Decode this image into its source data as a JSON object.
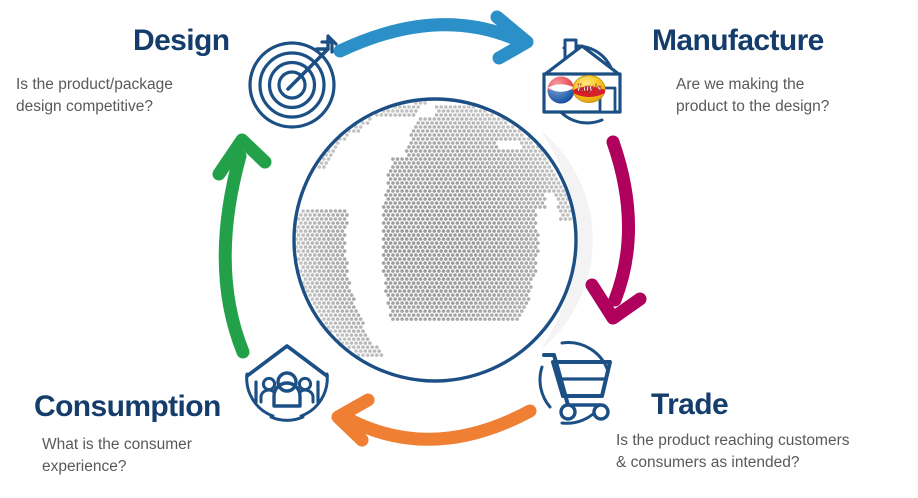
{
  "diagram": {
    "title": "Product lifecycle cycle",
    "center_icon": "globe-icon",
    "colors": {
      "heading_navy": "#143d6b",
      "body_gray": "#58595b",
      "icon_blue": "#1c5085",
      "arrow_design_to_manufacture": "#2b90c8",
      "arrow_manufacture_to_trade": "#b0005e",
      "arrow_trade_to_consumption": "#ef7f32",
      "arrow_consumption_to_design": "#22a14a",
      "globe_dots": "#9a9a9a",
      "pepsi_blue": "#0d4ea3",
      "pepsi_red": "#e32934",
      "lays_yellow": "#f5c518",
      "lays_red": "#d81e28"
    }
  },
  "stages": [
    {
      "id": "design",
      "title": "Design",
      "description": "Is the product/package\ndesign competitive?",
      "icon": "target-arrow-icon",
      "icon_label": "Design stage target icon"
    },
    {
      "id": "manufacture",
      "title": "Manufacture",
      "description": "Are we making the\nproduct to the design?",
      "icon": "factory-icon",
      "icon_label": "Manufacture stage factory icon",
      "brand_logos": [
        "pepsi-logo",
        "lays-logo"
      ]
    },
    {
      "id": "trade",
      "title": "Trade",
      "description": "Is the product reaching customers\n& consumers as intended?",
      "icon": "shopping-cart-icon",
      "icon_label": "Trade stage shopping cart icon"
    },
    {
      "id": "consumption",
      "title": "Consumption",
      "description": "What is the consumer\nexperience?",
      "icon": "home-people-icon",
      "icon_label": "Consumption stage household icon"
    }
  ],
  "arrows": [
    {
      "id": "design-to-manufacture",
      "from": "design",
      "to": "manufacture",
      "color": "#2b90c8",
      "position": "top"
    },
    {
      "id": "manufacture-to-trade",
      "from": "manufacture",
      "to": "trade",
      "color": "#b0005e",
      "position": "right"
    },
    {
      "id": "trade-to-consumption",
      "from": "trade",
      "to": "consumption",
      "color": "#ef7f32",
      "position": "bottom"
    },
    {
      "id": "consumption-to-design",
      "from": "consumption",
      "to": "design",
      "color": "#22a14a",
      "position": "left"
    }
  ]
}
